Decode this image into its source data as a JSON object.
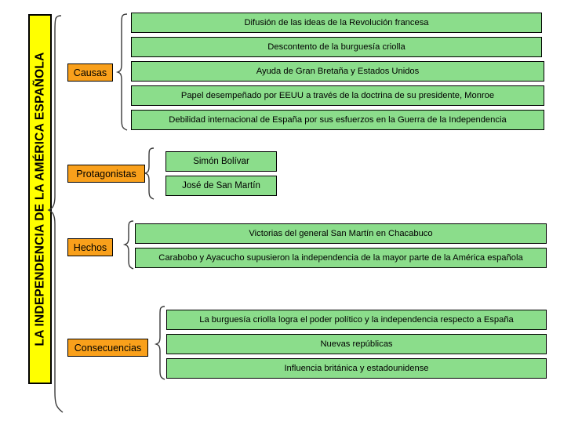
{
  "title": {
    "text": "LA INDEPENDENCIA DE LA AMÉRICA ESPAÑOLA",
    "background": "#ffff00",
    "border": "#000000"
  },
  "palette": {
    "category_fill": "#f9a01b",
    "item_fill": "#8bdd8b",
    "outline": "#000000",
    "page_background": "#ffffff"
  },
  "sections": [
    {
      "label": "Causas",
      "items": [
        "Difusión de las ideas de la Revolución francesa",
        "Descontento de la burguesía criolla",
        "Ayuda de Gran Bretaña y Estados Unidos",
        "Papel desempeñado por EEUU a través de la doctrina de su presidente, Monroe",
        "Debilidad internacional de España por sus esfuerzos en la Guerra de la Independencia"
      ]
    },
    {
      "label": "Protagonistas",
      "items": [
        "Simón Bolívar",
        "José de San Martín"
      ]
    },
    {
      "label": "Hechos",
      "items": [
        "Victorias del general San Martín en Chacabuco",
        "Carabobo y Ayacucho supusieron la independencia de la mayor parte de la América española"
      ]
    },
    {
      "label": "Consecuencias",
      "items": [
        "La burguesía criolla logra el poder político y la independencia respecto a España",
        "Nuevas repúblicas",
        "Influencia británica y estadounidense"
      ]
    }
  ]
}
